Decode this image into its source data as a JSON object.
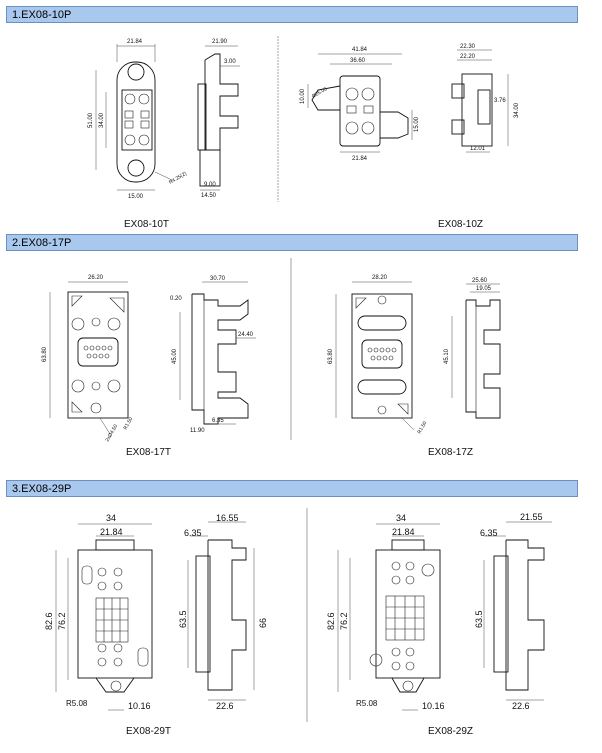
{
  "sections": [
    {
      "title": "1.EX08-10P",
      "captions": [
        "EX08-10T",
        "EX08-10Z"
      ]
    },
    {
      "title": "2.EX08-17P",
      "captions": [
        "EX08-17T",
        "EX08-17Z"
      ]
    },
    {
      "title": "3.EX08-29P",
      "captions": [
        "EX08-29T",
        "EX08-29Z"
      ]
    }
  ],
  "dims": {
    "s1_t": {
      "w": "21.84",
      "h": "51.00",
      "inner": "34.00",
      "bottom": "15.00",
      "hole": "R4.25(2)",
      "side_w": "21.90",
      "side_top": "3.00",
      "side_b1": "9.00",
      "side_b2": "14.50"
    },
    "s1_z": {
      "w_top": "41.84",
      "w_inner": "36.60",
      "left": "10.00",
      "phi": "Ø25.00",
      "right": "15.00",
      "w_bottom": "21.84",
      "side_w1": "22.30",
      "side_w2": "22.20",
      "side_r": "3.76",
      "side_h": "34.00",
      "side_b": "12.01"
    },
    "s2_t": {
      "w": "26.20",
      "h": "63.80",
      "note1": "R1.50",
      "note2": "2xØ4.50",
      "side_w": "30.70",
      "side_t": "0.20",
      "side_r": "24.40",
      "side_h": "45.00",
      "side_b1": "6.35",
      "side_b2": "11.90"
    },
    "s2_z": {
      "w": "28.20",
      "h": "63.80",
      "note": "R1.50",
      "side_w1": "25.60",
      "side_w2": "19.05",
      "side_h": "45.10"
    },
    "s3_t": {
      "w": "34",
      "w_inner": "21.84",
      "h": "82.6",
      "h_inner": "76.2",
      "radius": "R5.08",
      "bottom": "10.16",
      "side_w": "16.55",
      "side_t": "6.35",
      "side_h1": "63.5",
      "side_h2": "66",
      "side_b": "22.6"
    },
    "s3_z": {
      "w": "34",
      "w_inner": "21.84",
      "h": "82.6",
      "h_inner": "76.2",
      "radius": "R5.08",
      "bottom": "10.16",
      "side_w": "21.55",
      "side_t": "6.35",
      "side_h1": "63.5",
      "side_b": "22.6"
    }
  }
}
